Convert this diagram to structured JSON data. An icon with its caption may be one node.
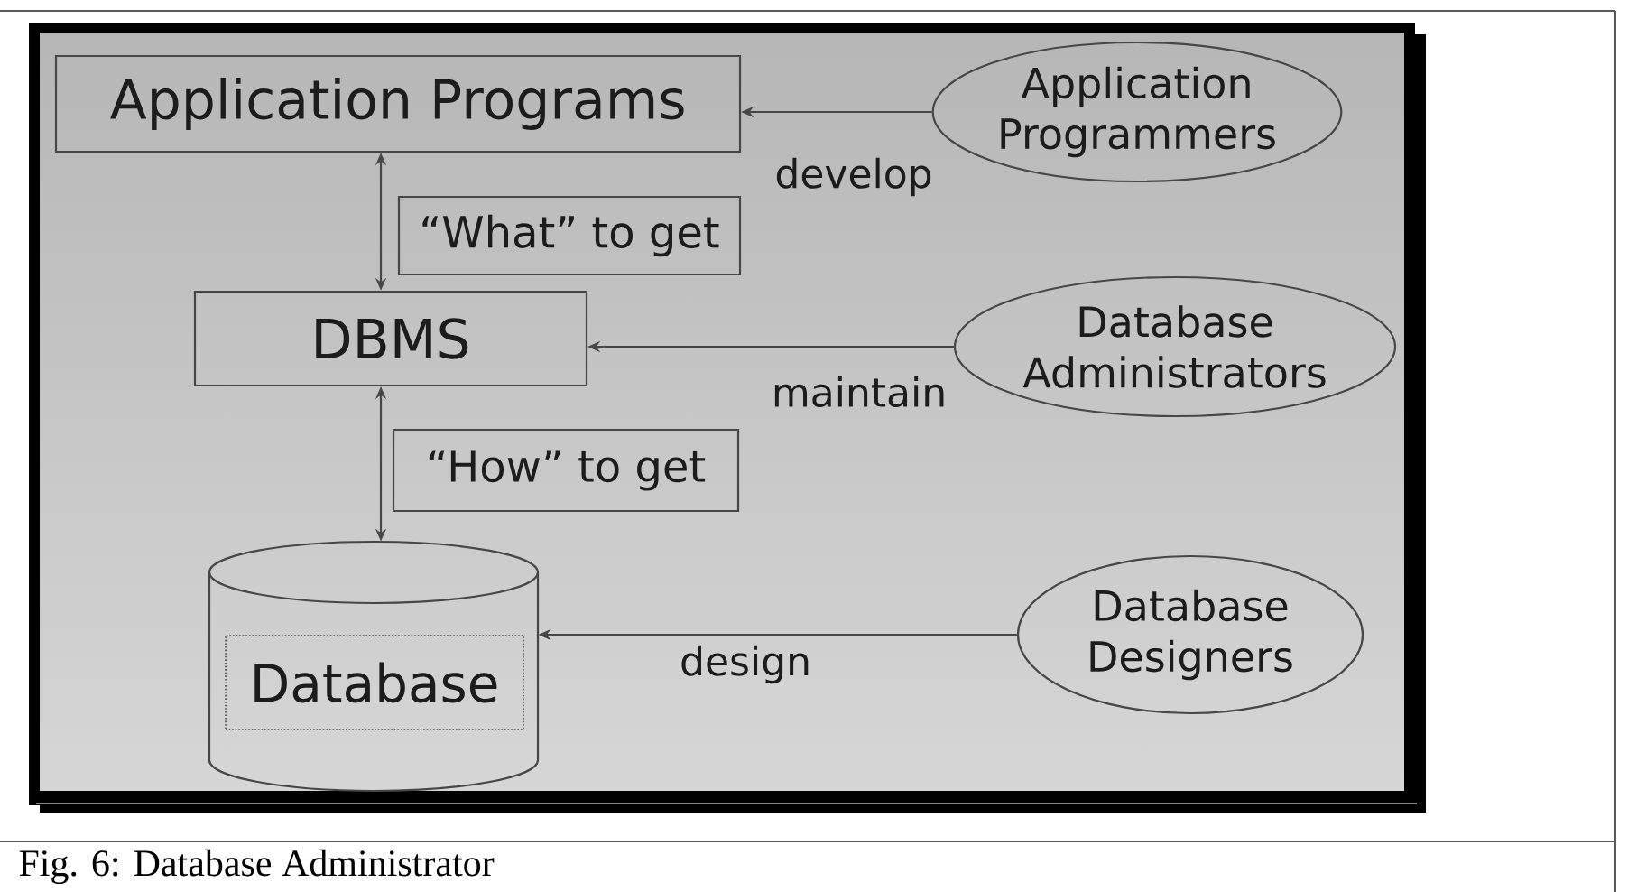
{
  "diagram": {
    "caption": "Fig. 6: Database Administrator",
    "nodes": [
      {
        "text": [
          "Application Programs"
        ]
      },
      {
        "text": [
          "Application Programmers"
        ]
      },
      {
        "text": [
          "“What” to get"
        ]
      },
      {
        "text": [
          "DBMS"
        ]
      },
      {
        "text": [
          "Database Administrators"
        ]
      },
      {
        "text": [
          "“How” to get"
        ]
      },
      {
        "text": [],
        "shape": "cylinder"
      },
      {
        "text": [
          "Database"
        ],
        "in": 6
      },
      {
        "text": [
          "Database Designers"
        ]
      }
    ],
    "edges": [
      {
        "from": 1,
        "to": 0,
        "arrow": "to",
        "label": "develop"
      },
      {
        "from": 0,
        "to": 3,
        "arrow": "both"
      },
      {
        "from": 4,
        "to": 3,
        "arrow": "to",
        "label": "maintain"
      },
      {
        "from": 3,
        "to": 6,
        "arrow": "both"
      },
      {
        "from": 8,
        "to": 6,
        "arrow": "to",
        "label": "design"
      }
    ]
  }
}
